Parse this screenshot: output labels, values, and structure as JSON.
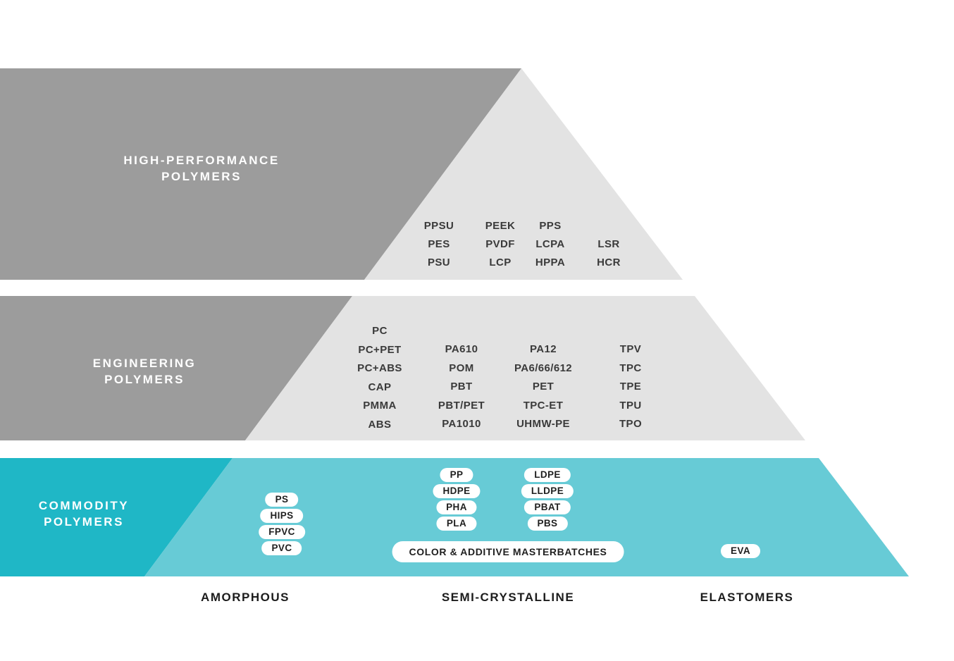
{
  "title": "Polymer classification pyramid",
  "colors": {
    "band_gray": "#9c9c9c",
    "slice_gray": "#e3e3e3",
    "band_teal": "#1fb7c6",
    "slice_teal": "#67cbd6",
    "pill_bg": "#ffffff",
    "chem_text": "#3a3a3a",
    "label_text": "#ffffff"
  },
  "tiers": {
    "high": {
      "label": "HIGH-PERFORMANCE\nPOLYMERS",
      "columns": [
        {
          "items": [
            "PPSU",
            "PES",
            "PSU"
          ]
        },
        {
          "items": [
            "PEEK",
            "PVDF",
            "LCP"
          ]
        },
        {
          "items": [
            "PPS",
            "LCPA",
            "HPPA"
          ]
        },
        {
          "items": [
            "LSR",
            "HCR"
          ]
        }
      ]
    },
    "engineering": {
      "label": "ENGINEERING\nPOLYMERS",
      "columns": [
        {
          "items": [
            "PC",
            "PC+PET",
            "PC+ABS",
            "CAP",
            "PMMA",
            "ABS"
          ]
        },
        {
          "items": [
            "PA610",
            "POM",
            "PBT",
            "PBT/PET",
            "PA1010"
          ]
        },
        {
          "items": [
            "PA12",
            "PA6/66/612",
            "PET",
            "TPC-ET",
            "UHMW-PE"
          ]
        },
        {
          "items": [
            "TPV",
            "TPC",
            "TPE",
            "TPU",
            "TPO"
          ]
        }
      ]
    },
    "commodity": {
      "label": "COMMODITY\nPOLYMERS",
      "pill_columns": [
        {
          "items": [
            "PS",
            "HIPS",
            "FPVC",
            "PVC"
          ]
        },
        {
          "items": [
            "PP",
            "HDPE",
            "PHA",
            "PLA"
          ]
        },
        {
          "items": [
            "LDPE",
            "LLDPE",
            "PBAT",
            "PBS"
          ]
        }
      ],
      "masterbatch_pill": "COLOR & ADDITIVE MASTERBATCHES",
      "eva_pill": "EVA"
    }
  },
  "axis_labels": {
    "amorphous": "AMORPHOUS",
    "semi_crystalline": "SEMI-CRYSTALLINE",
    "elastomers": "ELASTOMERS"
  }
}
